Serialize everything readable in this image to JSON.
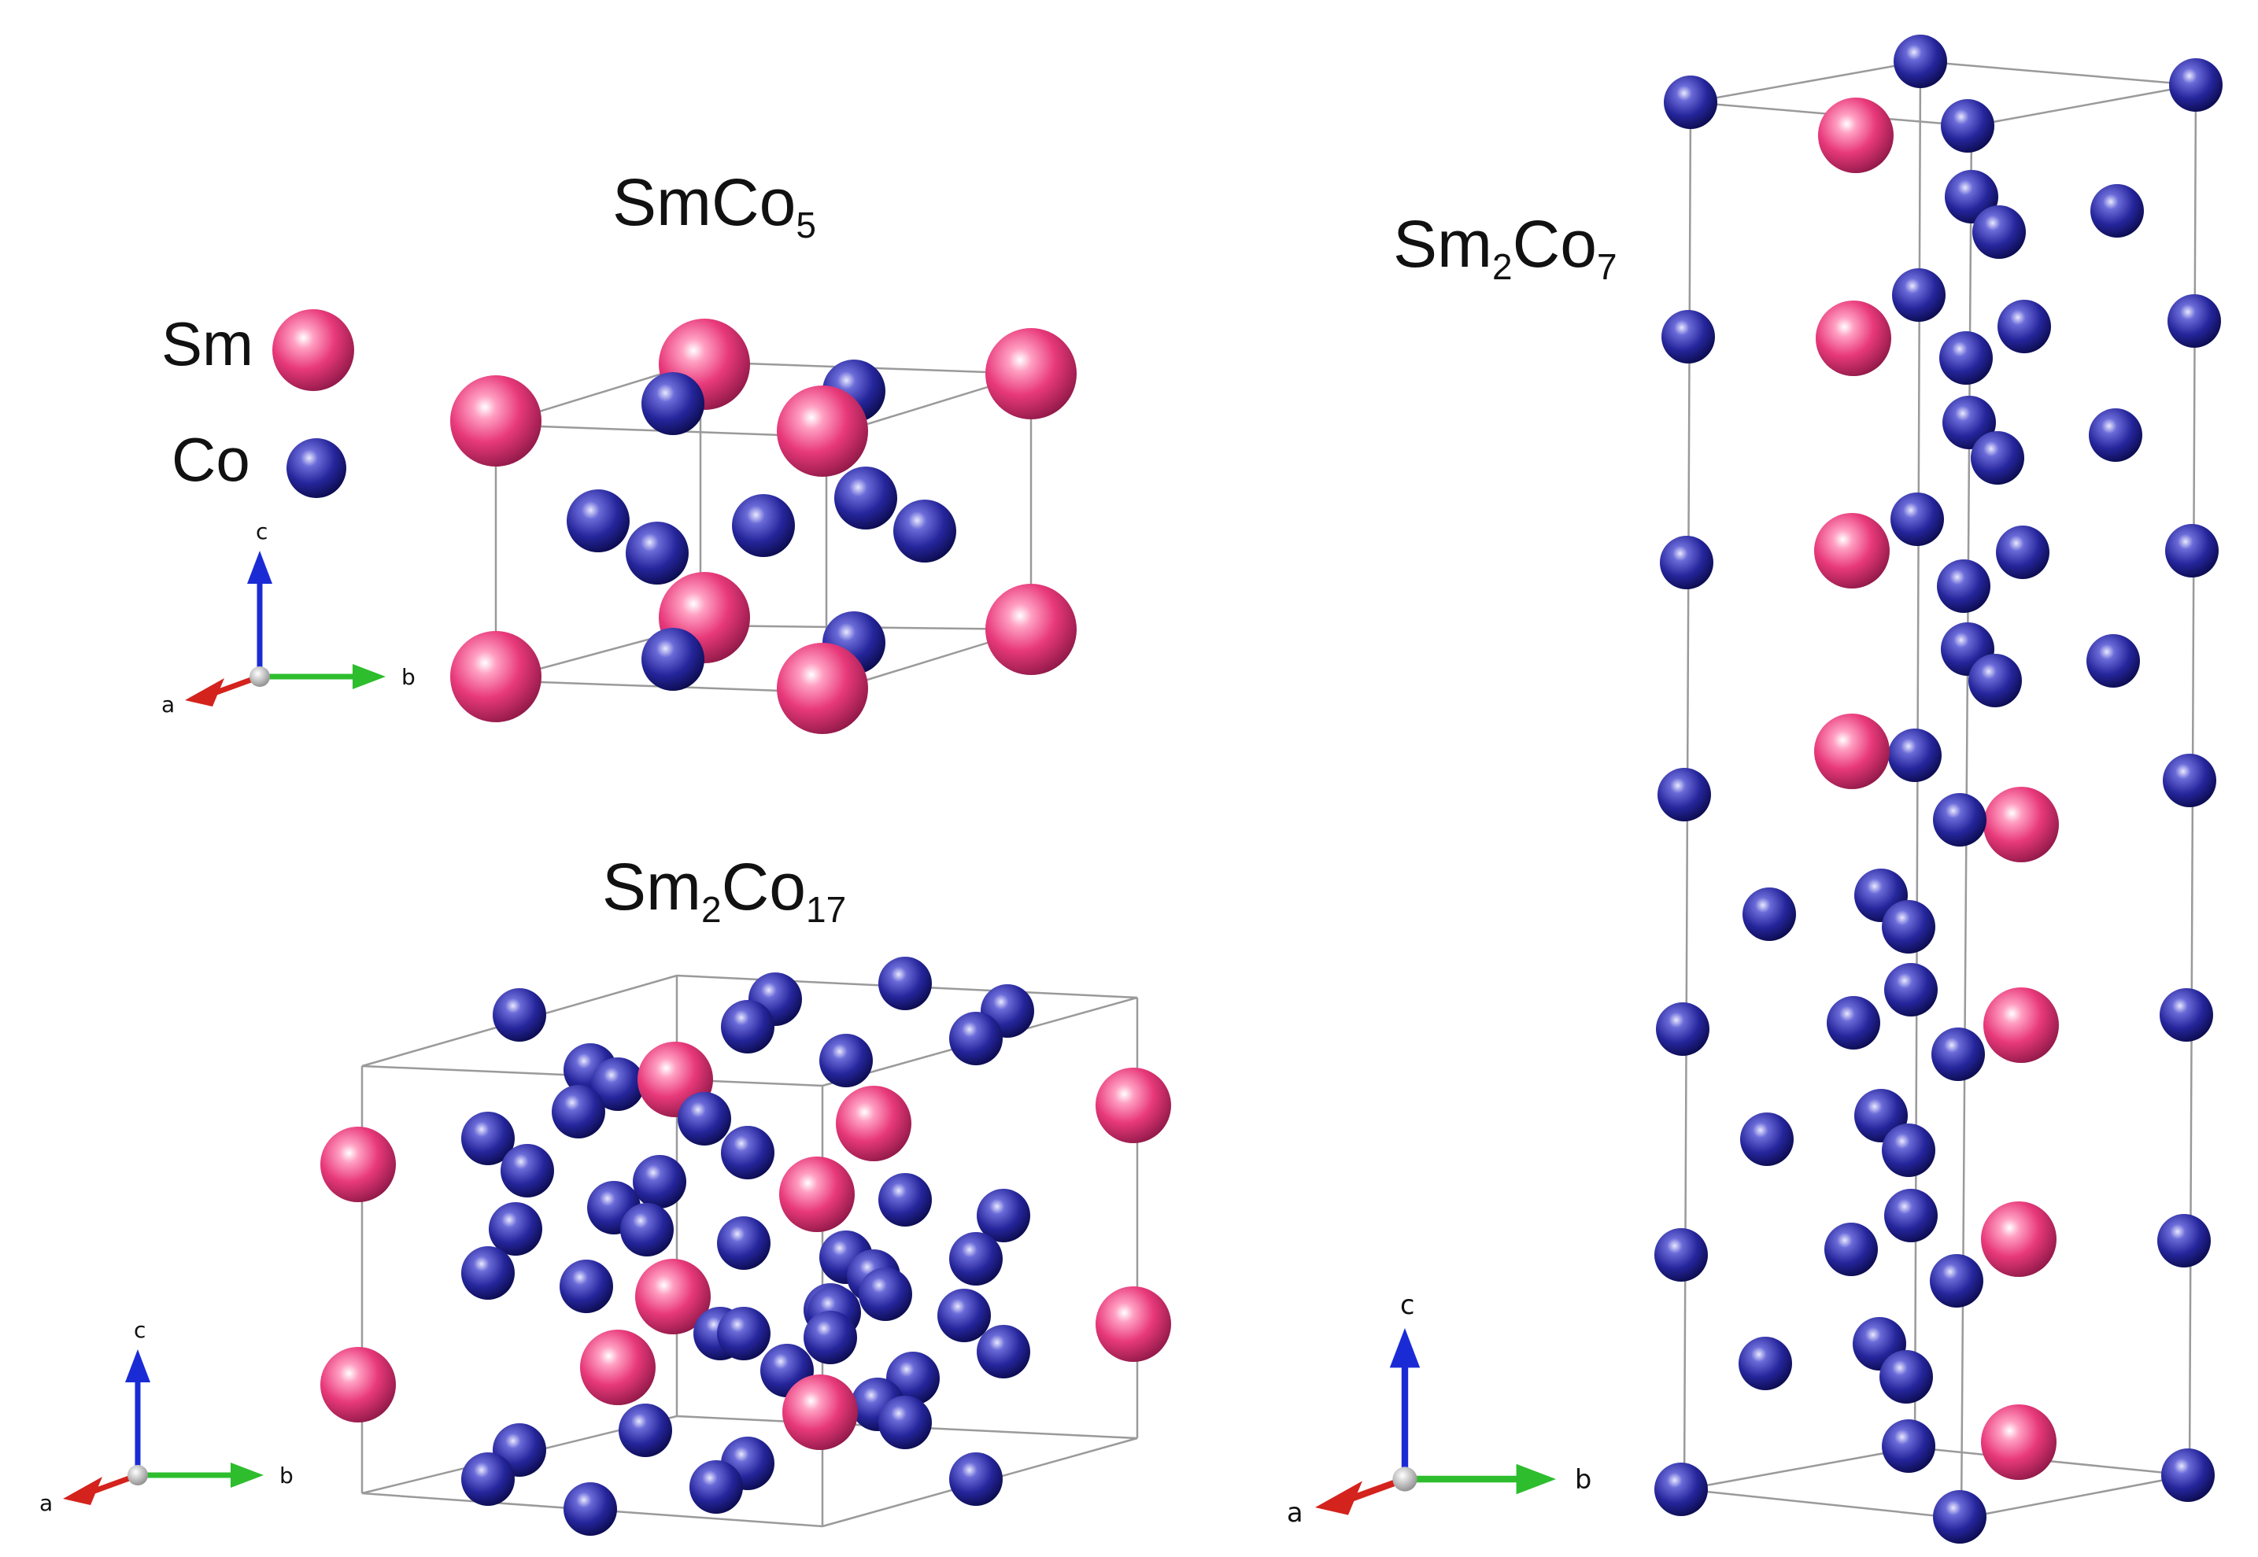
{
  "legend": {
    "items": [
      {
        "label": "Sm",
        "color": "#e8397a"
      },
      {
        "label": "Co",
        "color": "#25259b"
      }
    ]
  },
  "axes": {
    "x_label": "a",
    "y_label": "b",
    "z_label": "c",
    "colors": {
      "a": "#d4221c",
      "b": "#2dbd2d",
      "c": "#1a2bd6"
    }
  },
  "structures": [
    {
      "id": "smco5",
      "formula_base": [
        "Sm",
        "Co"
      ],
      "subscripts": [
        "",
        "5"
      ]
    },
    {
      "id": "sm2co17",
      "formula_base": [
        "Sm",
        "Co"
      ],
      "subscripts": [
        "2",
        "17"
      ]
    },
    {
      "id": "sm2co7",
      "formula_base": [
        "Sm",
        "Co"
      ],
      "subscripts": [
        "2",
        "7"
      ]
    }
  ],
  "colors": {
    "sm_atom": "#e8397a",
    "co_atom": "#25259b",
    "cell_edge": "#9a9a9a"
  }
}
